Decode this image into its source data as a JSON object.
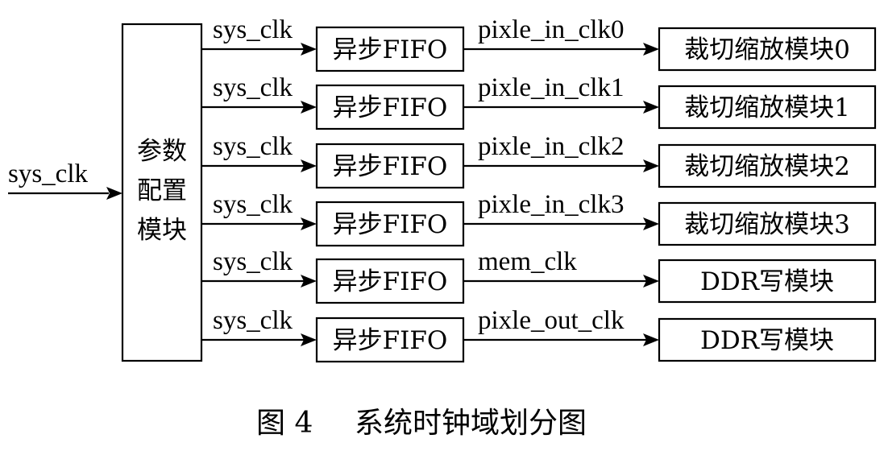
{
  "input_signal": "sys_clk",
  "config_module": {
    "lines": [
      "参数",
      "配置",
      "模块"
    ]
  },
  "rows": [
    {
      "in_clock": "sys_clk",
      "fifo": "异步FIFO",
      "out_clock": "pixle_in_clk0",
      "target": "裁切缩放模块0"
    },
    {
      "in_clock": "sys_clk",
      "fifo": "异步FIFO",
      "out_clock": "pixle_in_clk1",
      "target": "裁切缩放模块1"
    },
    {
      "in_clock": "sys_clk",
      "fifo": "异步FIFO",
      "out_clock": "pixle_in_clk2",
      "target": "裁切缩放模块2"
    },
    {
      "in_clock": "sys_clk",
      "fifo": "异步FIFO",
      "out_clock": "pixle_in_clk3",
      "target": "裁切缩放模块3"
    },
    {
      "in_clock": "sys_clk",
      "fifo": "异步FIFO",
      "out_clock": "mem_clk",
      "target": "DDR写模块"
    },
    {
      "in_clock": "sys_clk",
      "fifo": "异步FIFO",
      "out_clock": "pixle_out_clk",
      "target": "DDR写模块"
    }
  ],
  "caption": {
    "number": "图 4",
    "title": "系统时钟域划分图"
  }
}
